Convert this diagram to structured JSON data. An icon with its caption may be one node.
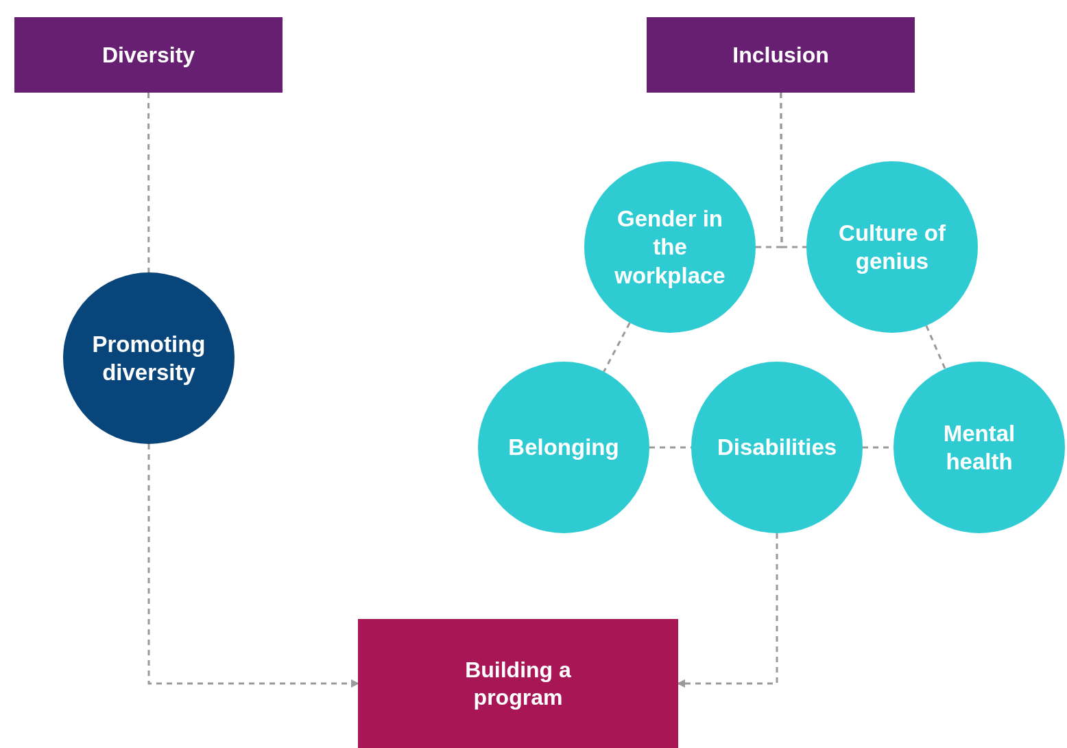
{
  "diagram": {
    "nodes": [
      {
        "text": [
          "Diversity"
        ]
      },
      {
        "text": [
          "Inclusion"
        ]
      },
      {
        "text": [
          "Promoting diversity"
        ]
      },
      {
        "text": [
          "Gender in the workplace"
        ]
      },
      {
        "text": [
          "Culture of genius"
        ]
      },
      {
        "text": [
          "Belonging"
        ]
      },
      {
        "text": [
          "Disabilities"
        ]
      },
      {
        "text": [
          "Mental health"
        ]
      },
      {
        "text": [
          "Building a program"
        ]
      }
    ],
    "edges": [
      {
        "from": 0,
        "to": 2,
        "arrow": "none",
        "style": "dashed"
      },
      {
        "from": 1,
        "to": 3,
        "arrow": "none",
        "style": "dashed"
      },
      {
        "from": 1,
        "to": 4,
        "arrow": "none",
        "style": "dashed"
      },
      {
        "from": 3,
        "to": 5,
        "arrow": "none",
        "style": "dashed"
      },
      {
        "from": 4,
        "to": 7,
        "arrow": "none",
        "style": "dashed"
      },
      {
        "from": 5,
        "to": 6,
        "arrow": "none",
        "style": "dashed"
      },
      {
        "from": 6,
        "to": 7,
        "arrow": "none",
        "style": "dashed"
      },
      {
        "from": 2,
        "to": 8,
        "arrow": "to",
        "style": "dashed"
      },
      {
        "from": 6,
        "to": 8,
        "arrow": "to",
        "style": "dashed"
      }
    ]
  }
}
